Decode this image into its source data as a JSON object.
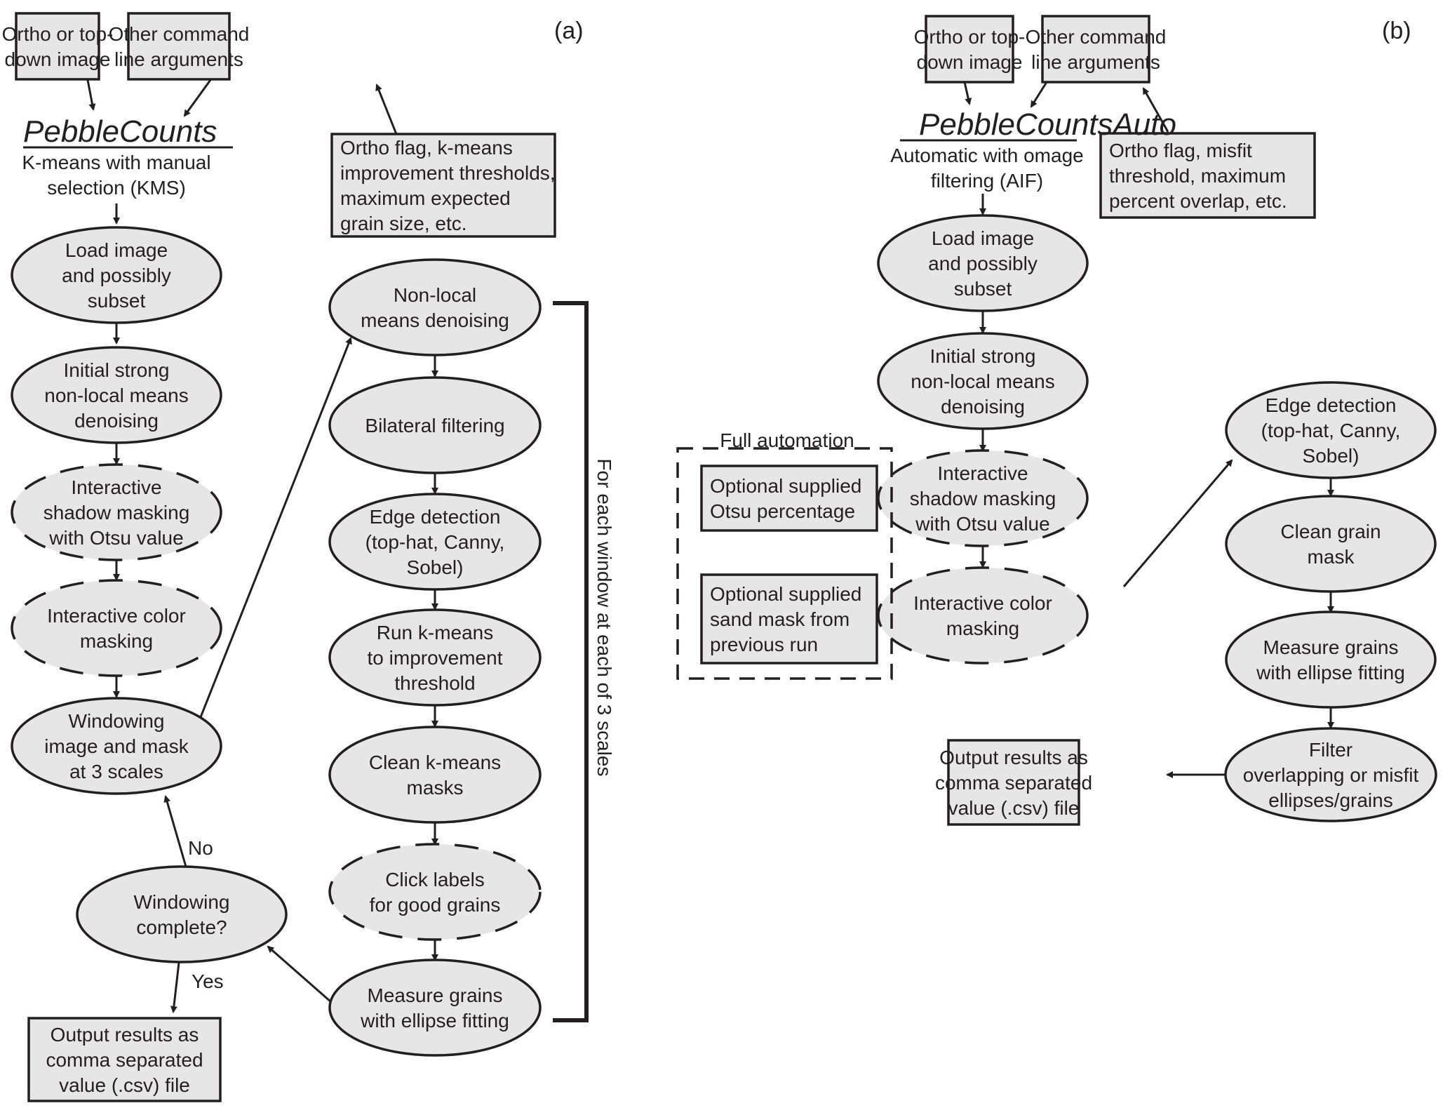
{
  "colors": {
    "node_fill": "#e6e6e6",
    "stroke": "#231f20",
    "background": "#ffffff"
  },
  "panel_a": {
    "label": "(a)",
    "title": "PebbleCounts",
    "subtitle": [
      "K-means with manual",
      "selection (KMS)"
    ],
    "inputs": {
      "image": [
        "Ortho or top-",
        "down image"
      ],
      "args": [
        "Other command",
        "line arguments"
      ],
      "args_detail": [
        "Ortho flag, k-means",
        "improvement thresholds,",
        "maximum expected",
        "grain size, etc."
      ]
    },
    "main_flow": {
      "load": [
        "Load image",
        "and possibly",
        "subset"
      ],
      "denoise": [
        "Initial strong",
        "non-local means",
        "denoising"
      ],
      "shadow": [
        "Interactive",
        "shadow masking",
        "with Otsu value"
      ],
      "color": [
        "Interactive color",
        "masking"
      ],
      "windowing": [
        "Windowing",
        "image and mask",
        "at 3 scales"
      ],
      "complete": [
        "Windowing",
        "complete?"
      ],
      "output": [
        "Output results as",
        "comma separated",
        "value (.csv) file"
      ]
    },
    "window_loop": {
      "nlm": [
        "Non-local",
        "means denoising"
      ],
      "bilateral": [
        "Bilateral filtering"
      ],
      "edge": [
        "Edge detection",
        "(top-hat, Canny,",
        "Sobel)"
      ],
      "kmeans": [
        "Run k-means",
        "to improvement",
        "threshold"
      ],
      "clean": [
        "Clean k-means",
        "masks"
      ],
      "click": [
        "Click labels",
        "for good grains"
      ],
      "measure": [
        "Measure grains",
        "with ellipse fitting"
      ]
    },
    "loop_label": "For each window at each of 3 scales",
    "edge_labels": {
      "no": "No",
      "yes": "Yes"
    }
  },
  "panel_b": {
    "label": "(b)",
    "title": "PebbleCountsAuto",
    "subtitle": [
      "Automatic with omage",
      "filtering (AIF)"
    ],
    "inputs": {
      "image": [
        "Ortho or top-",
        "down image"
      ],
      "args": [
        "Other command",
        "line arguments"
      ],
      "args_detail": [
        "Ortho flag, misfit",
        "threshold, maximum",
        "percent overlap, etc."
      ]
    },
    "main_flow": {
      "load": [
        "Load image",
        "and possibly",
        "subset"
      ],
      "denoise": [
        "Initial strong",
        "non-local means",
        "denoising"
      ],
      "shadow": [
        "Interactive",
        "shadow masking",
        "with Otsu value"
      ],
      "color": [
        "Interactive color",
        "masking"
      ],
      "edge": [
        "Edge detection",
        "(top-hat, Canny,",
        "Sobel)"
      ],
      "clean": [
        "Clean grain",
        "mask"
      ],
      "measure": [
        "Measure grains",
        "with ellipse fitting"
      ],
      "filter": [
        "Filter",
        "overlapping or misfit",
        "ellipses/grains"
      ],
      "output": [
        "Output results as",
        "comma separated",
        "value (.csv) file"
      ]
    },
    "automation": {
      "label": "Full automation",
      "otsu": [
        "Optional supplied",
        "Otsu percentage"
      ],
      "sand": [
        "Optional supplied",
        "sand mask from",
        "previous run"
      ]
    }
  }
}
